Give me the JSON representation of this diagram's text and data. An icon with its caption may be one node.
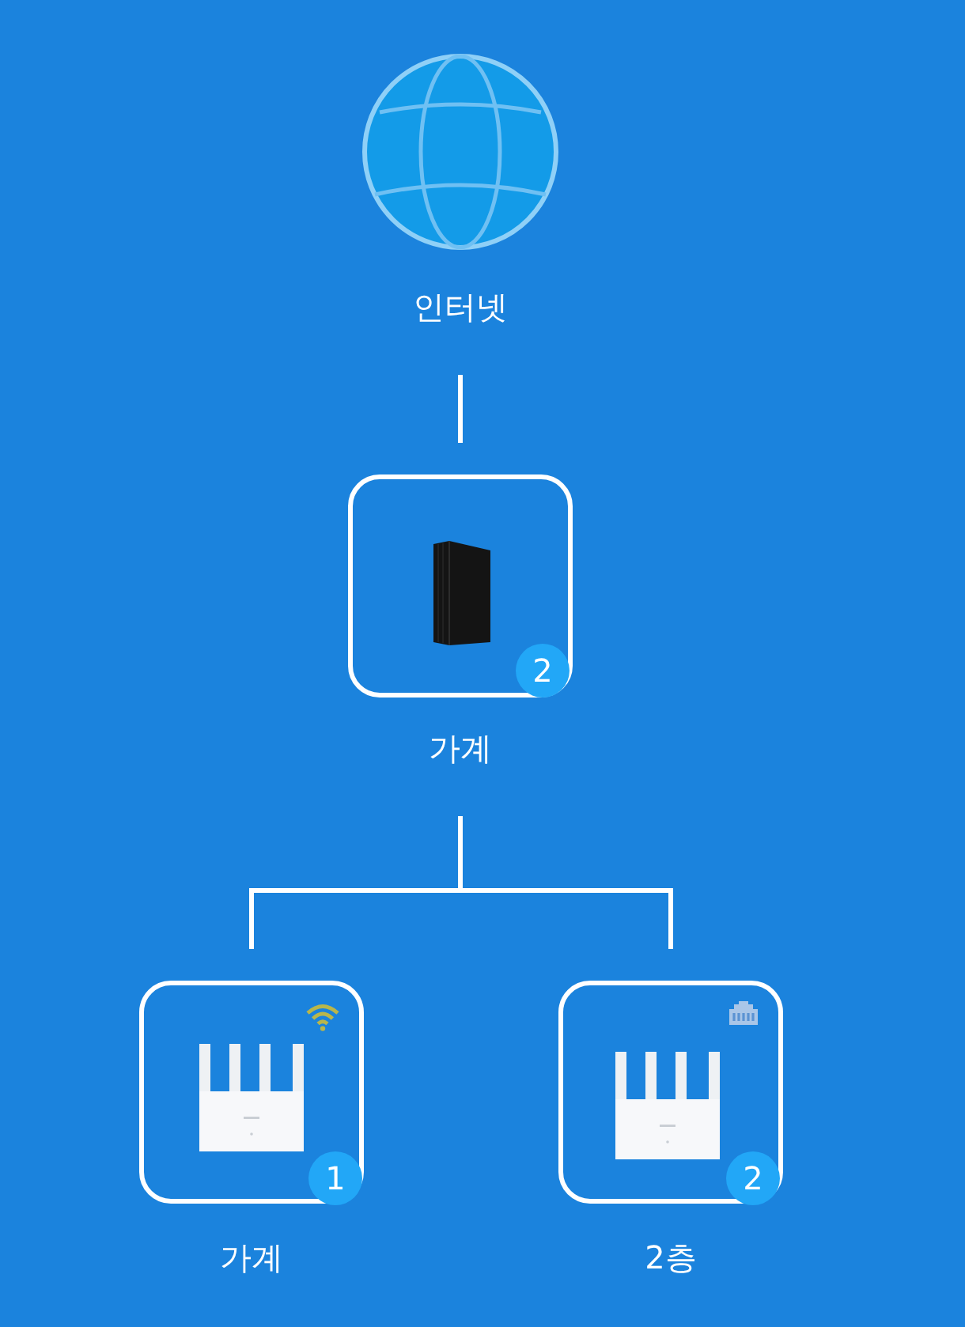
{
  "diagram": {
    "nodes": [
      {
        "text": [
          "인터넷"
        ]
      },
      {
        "text": [
          "2",
          "가계"
        ]
      },
      {
        "text": [
          "1",
          "가계"
        ]
      },
      {
        "text": [
          "2",
          "2층"
        ]
      }
    ],
    "edges": [
      {
        "from": 0,
        "to": 1,
        "arrow": "none"
      },
      {
        "from": 1,
        "to": 2,
        "arrow": "none"
      },
      {
        "from": 1,
        "to": 3,
        "arrow": "none"
      }
    ]
  }
}
